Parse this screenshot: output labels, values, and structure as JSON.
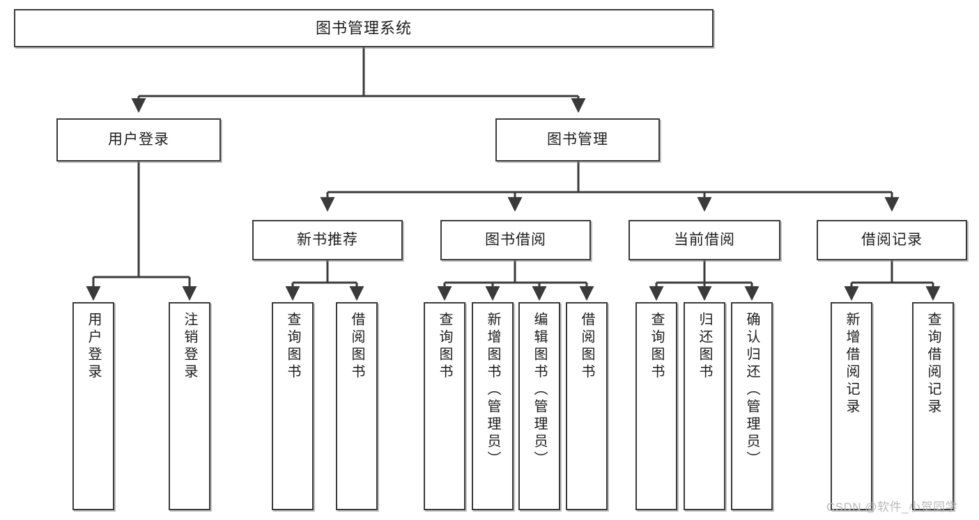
{
  "diagram": {
    "title": "图书管理系统",
    "type": "tree-hierarchy-chart",
    "watermark": "CSDN @软件_小贺同学",
    "colors": {
      "stroke": "#3a3a3a",
      "fill": "#ffffff",
      "text": "#1c1c1c",
      "watermark": "#b9b9b9"
    }
  },
  "root": {
    "label": "图书管理系统"
  },
  "level2": [
    {
      "label": "用户登录"
    },
    {
      "label": "图书管理"
    }
  ],
  "level3": [
    {
      "label": "新书推荐"
    },
    {
      "label": "图书借阅"
    },
    {
      "label": "当前借阅"
    },
    {
      "label": "借阅记录"
    }
  ],
  "leaves": {
    "user_login": [
      {
        "label": "用户登录"
      },
      {
        "label": "注销登录"
      }
    ],
    "new_book_recommend": [
      {
        "label": "查询图书"
      },
      {
        "label": "借阅图书"
      }
    ],
    "book_borrow": [
      {
        "label": "查询图书"
      },
      {
        "label": "新增图书（管理员）"
      },
      {
        "label": "编辑图书（管理员）"
      },
      {
        "label": "借阅图书"
      }
    ],
    "current_borrow": [
      {
        "label": "查询图书"
      },
      {
        "label": "归还图书"
      },
      {
        "label": "确认归还（管理员）"
      }
    ],
    "borrow_record": [
      {
        "label": "新增借阅记录"
      },
      {
        "label": "查询借阅记录"
      }
    ]
  }
}
